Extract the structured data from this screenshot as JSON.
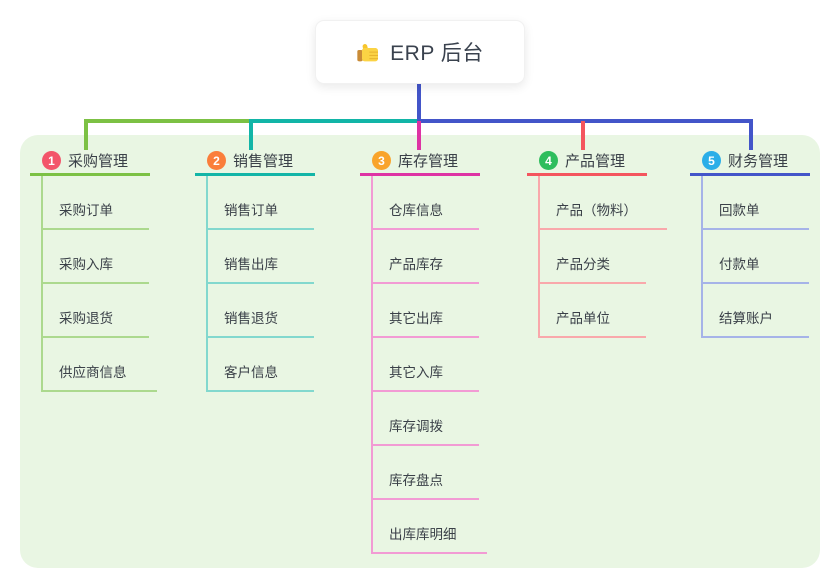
{
  "root": {
    "title": "ERP 后台"
  },
  "palette": {
    "page_bg": "#ffffff",
    "panel_bg": "#E9F6E3",
    "text": "#3A4048",
    "root_text": "#3A424E"
  },
  "branches": [
    {
      "badge": "1",
      "title": "采购管理",
      "badge_color": "#F3556A",
      "line_color": "#7CC144",
      "child_line_color": "#ACD98E",
      "children": [
        "采购订单",
        "采购入库",
        "采购退货",
        "供应商信息"
      ]
    },
    {
      "badge": "2",
      "title": "销售管理",
      "badge_color": "#FA7E3B",
      "line_color": "#12B5A7",
      "child_line_color": "#82D8CE",
      "children": [
        "销售订单",
        "销售出库",
        "销售退货",
        "客户信息"
      ]
    },
    {
      "badge": "3",
      "title": "库存管理",
      "badge_color": "#F9A42B",
      "line_color": "#DE33A4",
      "child_line_color": "#F29BD4",
      "children": [
        "仓库信息",
        "产品库存",
        "其它出库",
        "其它入库",
        "库存调拨",
        "库存盘点",
        "出库库明细"
      ]
    },
    {
      "badge": "4",
      "title": "产品管理",
      "badge_color": "#2EBD5D",
      "line_color": "#F4555E",
      "child_line_color": "#F9A8AB",
      "children": [
        "产品（物料）",
        "产品分类",
        "产品单位"
      ]
    },
    {
      "badge": "5",
      "title": "财务管理",
      "badge_color": "#2BAEE8",
      "line_color": "#4355C9",
      "child_line_color": "#A6B3E8",
      "children": [
        "回款单",
        "付款单",
        "结算账户"
      ]
    }
  ]
}
